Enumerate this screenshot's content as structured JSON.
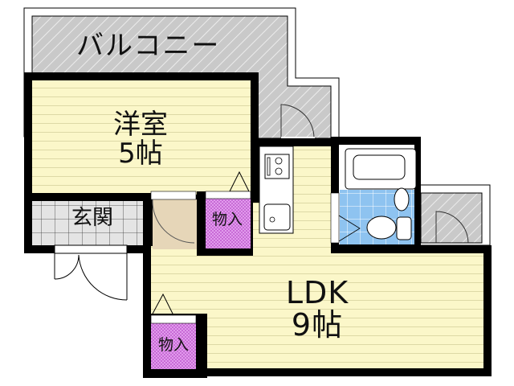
{
  "floorplan": {
    "rooms": {
      "balcony": {
        "label": "バルコニー"
      },
      "western_room": {
        "name": "洋室",
        "size": "5帖"
      },
      "entrance": {
        "label": "玄関"
      },
      "storage_upper": {
        "label": "物入"
      },
      "storage_lower": {
        "label": "物入"
      },
      "ldk": {
        "name": "LDK",
        "size": "9帖"
      }
    },
    "fixtures": [
      "stove-icon",
      "sink-icon",
      "bathtub-icon",
      "washbasin-icon",
      "toilet-icon",
      "door-swing-icon"
    ],
    "colors": {
      "wall": "#000000",
      "floor_wood": "#fbf7c9",
      "floor_lines": "#ddd9a6",
      "balcony_hatch_bg": "#c9c9c9",
      "balcony_hatch_line": "#ececec",
      "entrance_tile": "#e4e4e4",
      "storage": "#d985e6",
      "bath_tile": "#8ec3f0",
      "hallway_floor": "#e6d6b8"
    }
  }
}
